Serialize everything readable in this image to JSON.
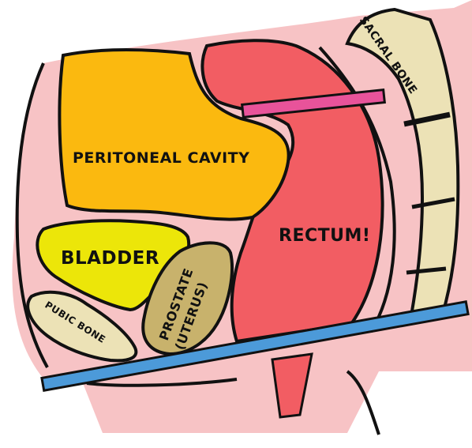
{
  "labels": {
    "sacral_bone": "SACRAL BONE",
    "peritoneal_cavity": "PERITONEAL CAVITY",
    "rectum": "RECTUM!",
    "bladder": "BLADDER",
    "prostate": "PROSTATE",
    "uterus": "(UTERUS)",
    "pubic_bone": "PUBIC BONE"
  },
  "colors": {
    "tissue_pink": "#f7c3c5",
    "peritoneal_cavity": "#fbb90f",
    "bladder": "#ece609",
    "rectum": "#f25d63",
    "prostate": "#c8b26c",
    "bone": "#ece2b6",
    "magenta_bar": "#e8539a",
    "blue_bar": "#4c9ad9",
    "outline": "#111111"
  }
}
